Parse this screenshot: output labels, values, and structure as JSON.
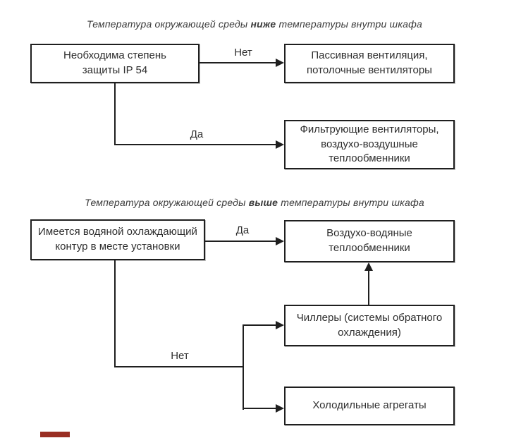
{
  "colors": {
    "line": "#1f1f1f",
    "box_border": "#1f1f1f",
    "text": "#2e2e2e",
    "background": "#ffffff",
    "marker_red": "#992e23"
  },
  "top_flow": {
    "title": {
      "pre": "Температура окружающей среды ",
      "emphasis": "ниже",
      "post": " температуры внутри шкафа"
    },
    "decision": "Необходима степень\nзащиты IP 54",
    "branch_no": {
      "label": "Нет",
      "result": "Пассивная вентиляция,\nпотолочные вентиляторы"
    },
    "branch_yes": {
      "label": "Да",
      "result": "Фильтрующие вентиляторы,\nвоздухо-воздушные\nтеплообменники"
    }
  },
  "bottom_flow": {
    "title": {
      "pre": "Температура окружающей среды ",
      "emphasis": "выше",
      "post": " температуры внутри шкафа"
    },
    "decision": "Имеется водяной охлаждающий\nконтур в месте установки",
    "branch_yes": {
      "label": "Да",
      "result": "Воздухо-водяные\nтеплообменники"
    },
    "branch_no": {
      "label": "Нет",
      "results": [
        "Чиллеры (системы обратного\nохлаждения)",
        "Холодильные агрегаты"
      ]
    }
  }
}
